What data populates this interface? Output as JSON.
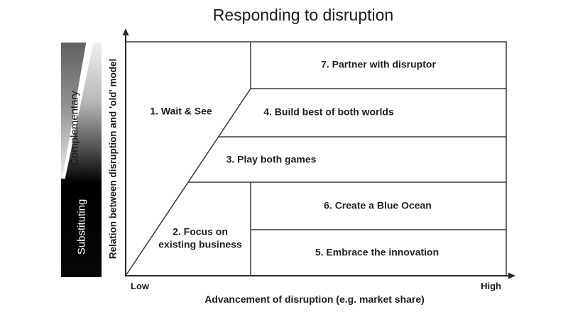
{
  "title": "Responding to disruption",
  "x_axis": {
    "label": "Advancement of disruption (e.g. market share)",
    "low": "Low",
    "high": "High"
  },
  "y_axis": {
    "label": "Relation between disruption and 'old' model"
  },
  "gradient_bar": {
    "top_label": "Complementary",
    "bottom_label": "Substituting"
  },
  "regions": [
    {
      "label": "1. Wait & See"
    },
    {
      "label": "2. Focus on existing business"
    },
    {
      "label": "3. Play both games"
    },
    {
      "label": "4. Build best of both worlds"
    },
    {
      "label": "5. Embrace the innovation"
    },
    {
      "label": "6. Create a Blue Ocean"
    },
    {
      "label": "7. Partner with disruptor"
    }
  ],
  "colors": {
    "line": "#3a3a3a",
    "axis": "#2a2a2a",
    "text": "#1f1f1f",
    "substituting_bg": "#000000",
    "background": "#ffffff"
  }
}
